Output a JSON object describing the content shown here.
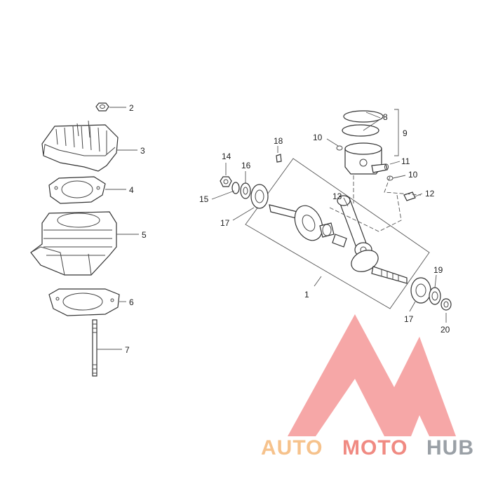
{
  "diagram": {
    "callouts": [
      {
        "id": "c1",
        "label": "1"
      },
      {
        "id": "c2",
        "label": "2"
      },
      {
        "id": "c3",
        "label": "3"
      },
      {
        "id": "c4",
        "label": "4"
      },
      {
        "id": "c5",
        "label": "5"
      },
      {
        "id": "c6",
        "label": "6"
      },
      {
        "id": "c7",
        "label": "7"
      },
      {
        "id": "c8",
        "label": "8"
      },
      {
        "id": "c9",
        "label": "9"
      },
      {
        "id": "c10a",
        "label": "10"
      },
      {
        "id": "c10b",
        "label": "10"
      },
      {
        "id": "c11",
        "label": "11"
      },
      {
        "id": "c12",
        "label": "12"
      },
      {
        "id": "c13",
        "label": "13"
      },
      {
        "id": "c14",
        "label": "14"
      },
      {
        "id": "c15",
        "label": "15"
      },
      {
        "id": "c16",
        "label": "16"
      },
      {
        "id": "c17a",
        "label": "17"
      },
      {
        "id": "c17b",
        "label": "17"
      },
      {
        "id": "c18",
        "label": "18"
      },
      {
        "id": "c19",
        "label": "19"
      },
      {
        "id": "c20",
        "label": "20"
      }
    ]
  },
  "watermark": {
    "part_a": "AUTO",
    "part_b": "MOTO",
    "part_c": "HUB",
    "color_a": "#f6c28c",
    "color_b": "#f08a82",
    "color_c": "#9aa0a6",
    "logo_color": "#f06a6a"
  }
}
